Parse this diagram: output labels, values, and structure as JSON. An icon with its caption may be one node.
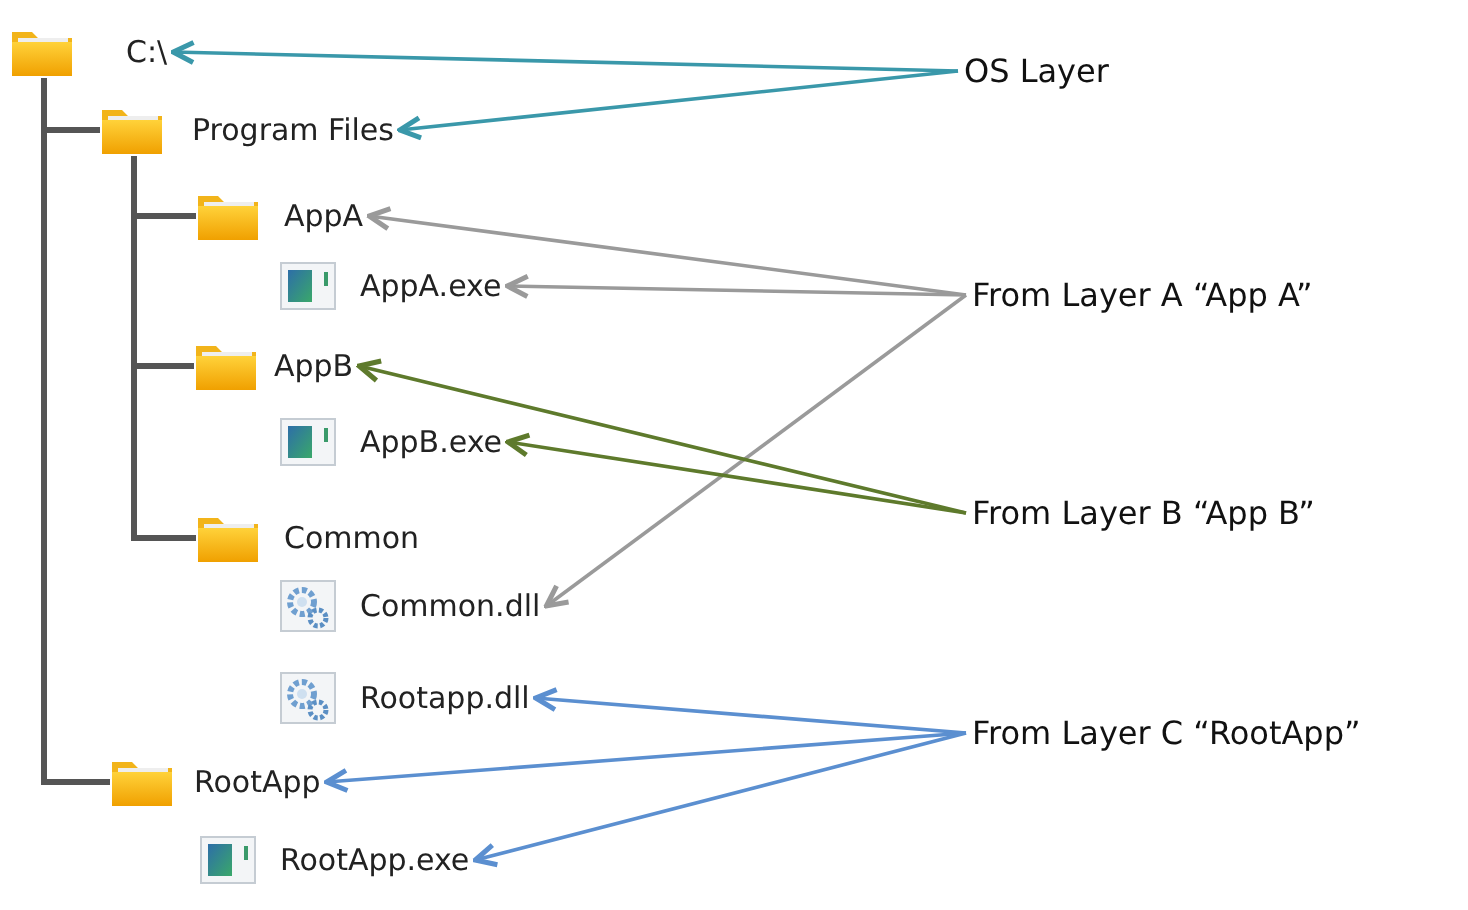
{
  "diagram": {
    "nodes": [
      {
        "text": [
          "C:\\"
        ]
      },
      {
        "text": [
          "Program Files"
        ]
      },
      {
        "text": [
          "AppA"
        ]
      },
      {
        "text": [
          "AppA.exe"
        ]
      },
      {
        "text": [
          "AppB"
        ]
      },
      {
        "text": [
          "AppB.exe"
        ]
      },
      {
        "text": [
          "Common"
        ]
      },
      {
        "text": [
          "Common.dll"
        ]
      },
      {
        "text": [
          "Rootapp.dll"
        ]
      },
      {
        "text": [
          "RootApp"
        ]
      },
      {
        "text": [
          "RootApp.exe"
        ]
      },
      {
        "text": [
          "OS Layer"
        ]
      },
      {
        "text": [
          "From Layer A “App A”"
        ]
      },
      {
        "text": [
          "From Layer B “App B”"
        ]
      },
      {
        "text": [
          "From Layer C “RootApp”"
        ]
      }
    ],
    "edges": [
      {
        "from": 0,
        "to": 1,
        "arrow": "none",
        "color": "#555555"
      },
      {
        "from": 1,
        "to": 2,
        "arrow": "none",
        "color": "#555555"
      },
      {
        "from": 1,
        "to": 4,
        "arrow": "none",
        "color": "#555555"
      },
      {
        "from": 1,
        "to": 6,
        "arrow": "none",
        "color": "#555555"
      },
      {
        "from": 0,
        "to": 9,
        "arrow": "none",
        "color": "#555555"
      },
      {
        "from": 11,
        "to": 0,
        "arrow": "to",
        "color": "#3a98aa"
      },
      {
        "from": 11,
        "to": 1,
        "arrow": "to",
        "color": "#3a98aa"
      },
      {
        "from": 12,
        "to": 2,
        "arrow": "to",
        "color": "#9a9a9a"
      },
      {
        "from": 12,
        "to": 3,
        "arrow": "to",
        "color": "#9a9a9a"
      },
      {
        "from": 12,
        "to": 7,
        "arrow": "to",
        "color": "#9a9a9a"
      },
      {
        "from": 13,
        "to": 4,
        "arrow": "to",
        "color": "#5e7a2c"
      },
      {
        "from": 13,
        "to": 5,
        "arrow": "to",
        "color": "#5e7a2c"
      },
      {
        "from": 14,
        "to": 8,
        "arrow": "to",
        "color": "#5b8fd0"
      },
      {
        "from": 14,
        "to": 9,
        "arrow": "to",
        "color": "#5b8fd0"
      },
      {
        "from": 14,
        "to": 10,
        "arrow": "to",
        "color": "#5b8fd0"
      }
    ]
  }
}
